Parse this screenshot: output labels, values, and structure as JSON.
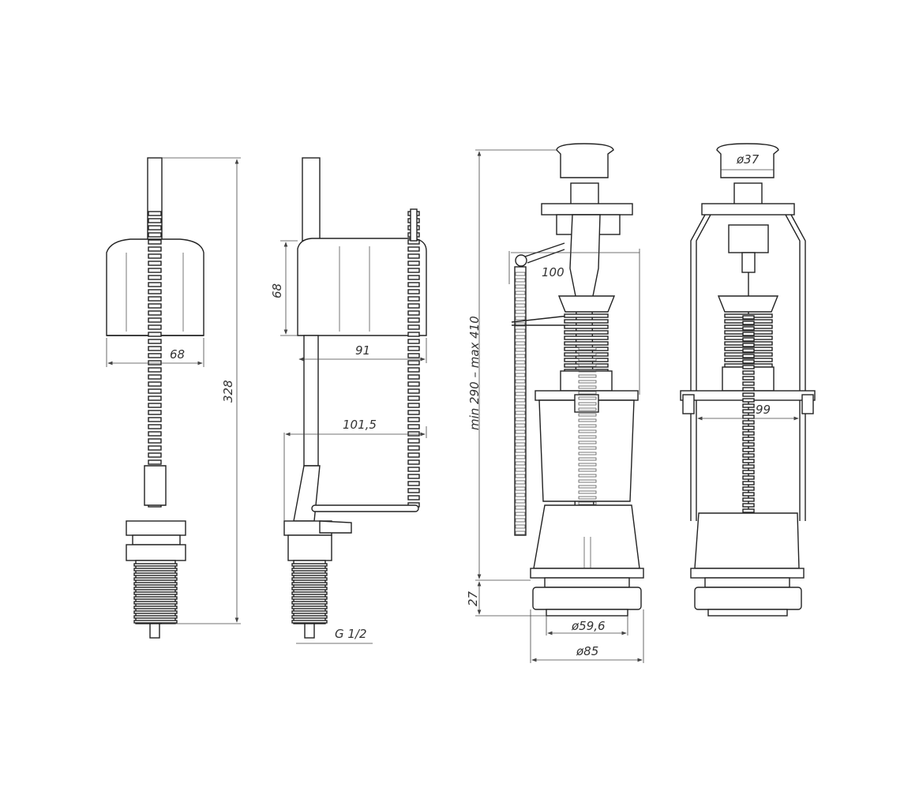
{
  "drawing": {
    "fill_valve_front": {
      "width_dim": "68",
      "height_dim": "328"
    },
    "fill_valve_side": {
      "float_height_dim": "68",
      "float_width_dim": "91",
      "arm_reach_dim": "101,5",
      "thread_dim": "G 1/2"
    },
    "flush_valve_side": {
      "lever_dim": "100",
      "height_range_dim": "min 290 – max 410",
      "base_height_dim": "27",
      "outlet_dim": "ø59,6",
      "flange_dim": "ø85"
    },
    "flush_valve_front": {
      "button_dim": "ø37",
      "body_width_dim": "99"
    },
    "line_color": "#222222"
  }
}
